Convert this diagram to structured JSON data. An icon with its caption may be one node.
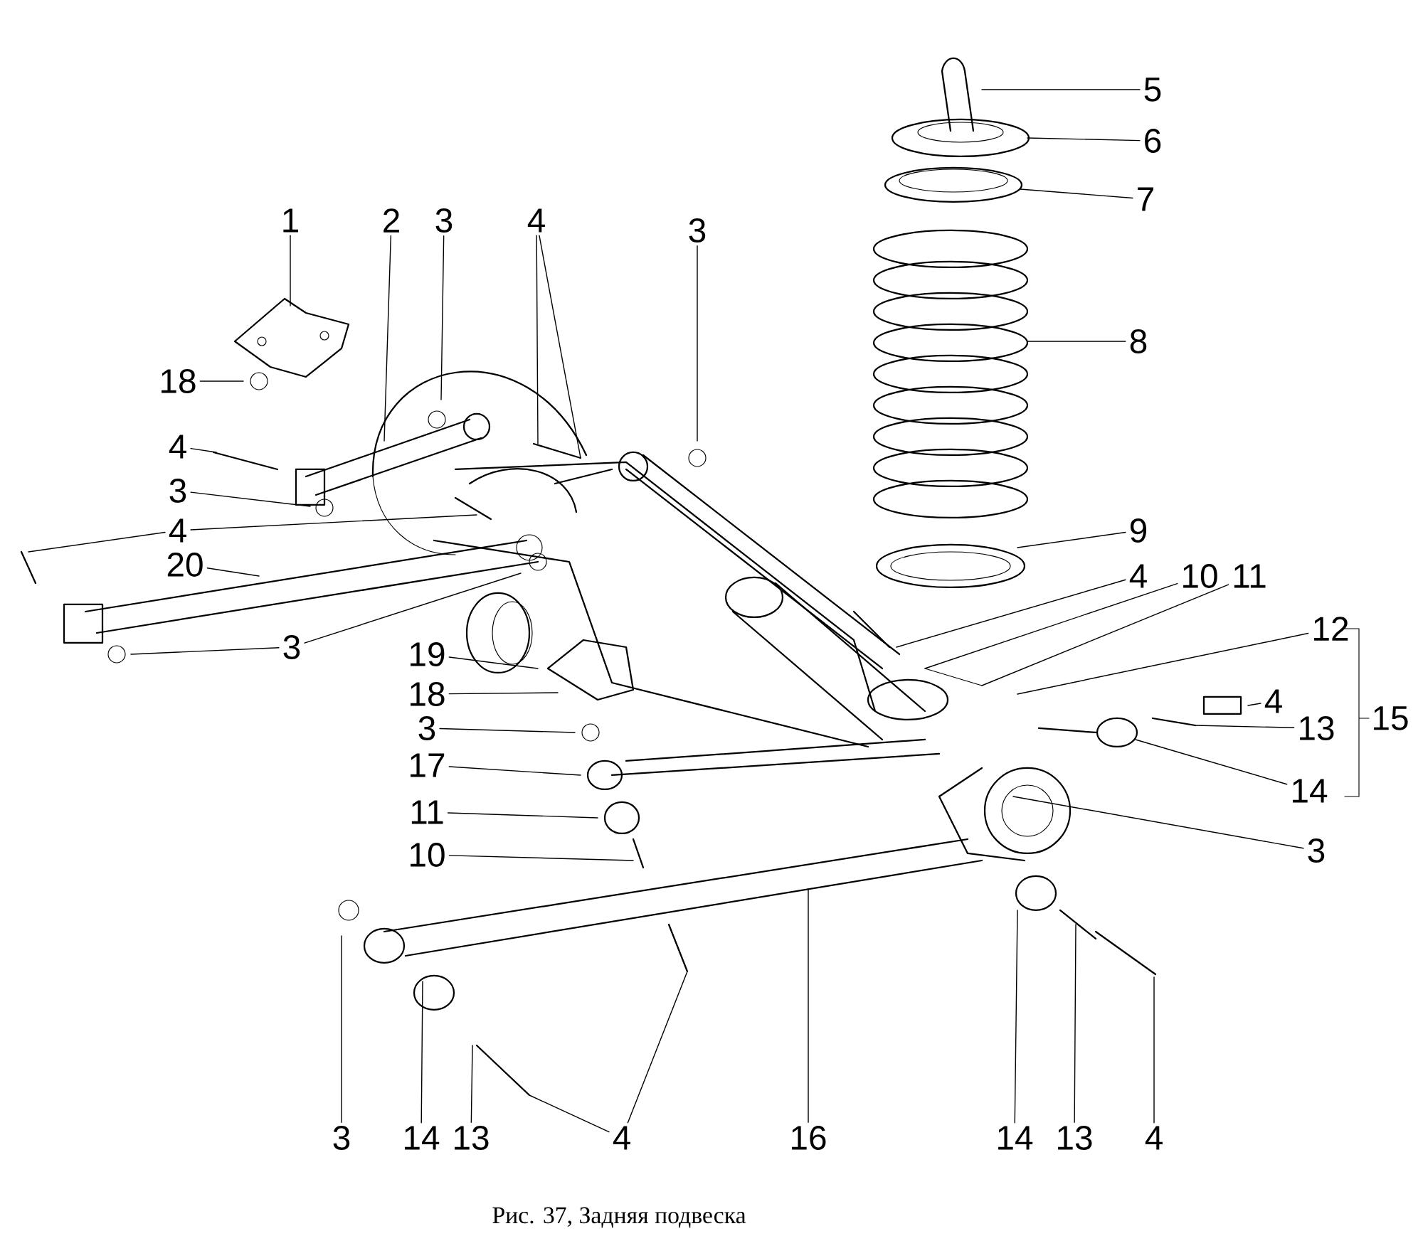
{
  "diagram": {
    "caption": "Рис. 37, Задняя подвеска",
    "nodes": [
      {
        "text": [
          "5"
        ]
      },
      {
        "text": [
          "6"
        ]
      },
      {
        "text": [
          "7"
        ]
      },
      {
        "text": [
          "1"
        ]
      },
      {
        "text": [
          "2"
        ]
      },
      {
        "text": [
          "3"
        ]
      },
      {
        "text": [
          "4"
        ]
      },
      {
        "text": [
          "3"
        ]
      },
      {
        "text": [
          "8"
        ]
      },
      {
        "text": [
          "18"
        ]
      },
      {
        "text": [
          "4"
        ]
      },
      {
        "text": [
          "3"
        ]
      },
      {
        "text": [
          "4"
        ]
      },
      {
        "text": [
          "9"
        ]
      },
      {
        "text": [
          "20"
        ]
      },
      {
        "text": [
          "3"
        ]
      },
      {
        "text": [
          "4"
        ]
      },
      {
        "text": [
          "10"
        ]
      },
      {
        "text": [
          "11"
        ]
      },
      {
        "text": [
          "12"
        ]
      },
      {
        "text": [
          "4"
        ]
      },
      {
        "text": [
          "13"
        ]
      },
      {
        "text": [
          "14"
        ]
      },
      {
        "text": [
          "15"
        ]
      },
      {
        "text": [
          "19"
        ]
      },
      {
        "text": [
          "18"
        ]
      },
      {
        "text": [
          "3"
        ]
      },
      {
        "text": [
          "17"
        ]
      },
      {
        "text": [
          "11"
        ]
      },
      {
        "text": [
          "10"
        ]
      },
      {
        "text": [
          "3"
        ]
      },
      {
        "text": [
          "16"
        ]
      },
      {
        "text": [
          "3"
        ]
      },
      {
        "text": [
          "14"
        ]
      },
      {
        "text": [
          "13"
        ]
      },
      {
        "text": [
          "4"
        ]
      },
      {
        "text": [
          "14"
        ]
      },
      {
        "text": [
          "13"
        ]
      },
      {
        "text": [
          "4"
        ]
      }
    ],
    "edges": [
      {
        "from": 0,
        "to": null,
        "arrow": "none"
      },
      {
        "from": 1,
        "to": null,
        "arrow": "none"
      },
      {
        "from": 2,
        "to": null,
        "arrow": "none"
      },
      {
        "from": 3,
        "to": null,
        "arrow": "none"
      },
      {
        "from": 4,
        "to": null,
        "arrow": "none"
      },
      {
        "from": 5,
        "to": null,
        "arrow": "none"
      },
      {
        "from": 6,
        "to": null,
        "arrow": "none"
      },
      {
        "from": 6,
        "to": null,
        "arrow": "none"
      },
      {
        "from": 7,
        "to": null,
        "arrow": "none"
      },
      {
        "from": 8,
        "to": null,
        "arrow": "none"
      },
      {
        "from": 9,
        "to": null,
        "arrow": "none"
      },
      {
        "from": 10,
        "to": null,
        "arrow": "none"
      },
      {
        "from": 11,
        "to": null,
        "arrow": "none"
      },
      {
        "from": 12,
        "to": null,
        "arrow": "none"
      },
      {
        "from": 12,
        "to": null,
        "arrow": "none"
      },
      {
        "from": 13,
        "to": null,
        "arrow": "none"
      },
      {
        "from": 14,
        "to": null,
        "arrow": "none"
      },
      {
        "from": 15,
        "to": null,
        "arrow": "none"
      },
      {
        "from": 15,
        "to": null,
        "arrow": "none"
      },
      {
        "from": 16,
        "to": null,
        "arrow": "none"
      },
      {
        "from": 17,
        "to": null,
        "arrow": "none"
      },
      {
        "from": 18,
        "to": null,
        "arrow": "none"
      },
      {
        "from": 19,
        "to": null,
        "arrow": "none"
      },
      {
        "from": 20,
        "to": null,
        "arrow": "none"
      },
      {
        "from": 21,
        "to": null,
        "arrow": "none"
      },
      {
        "from": 22,
        "to": null,
        "arrow": "none"
      },
      {
        "from": 24,
        "to": null,
        "arrow": "none"
      },
      {
        "from": 25,
        "to": null,
        "arrow": "none"
      },
      {
        "from": 26,
        "to": null,
        "arrow": "none"
      },
      {
        "from": 27,
        "to": null,
        "arrow": "none"
      },
      {
        "from": 28,
        "to": null,
        "arrow": "none"
      },
      {
        "from": 29,
        "to": null,
        "arrow": "none"
      },
      {
        "from": 30,
        "to": null,
        "arrow": "none"
      },
      {
        "from": 31,
        "to": null,
        "arrow": "none"
      },
      {
        "from": 32,
        "to": null,
        "arrow": "none"
      },
      {
        "from": 33,
        "to": null,
        "arrow": "none"
      },
      {
        "from": 34,
        "to": null,
        "arrow": "none"
      },
      {
        "from": 35,
        "to": null,
        "arrow": "none"
      },
      {
        "from": 35,
        "to": null,
        "arrow": "none"
      },
      {
        "from": 36,
        "to": null,
        "arrow": "none"
      },
      {
        "from": 37,
        "to": null,
        "arrow": "none"
      },
      {
        "from": 38,
        "to": null,
        "arrow": "none"
      }
    ]
  }
}
